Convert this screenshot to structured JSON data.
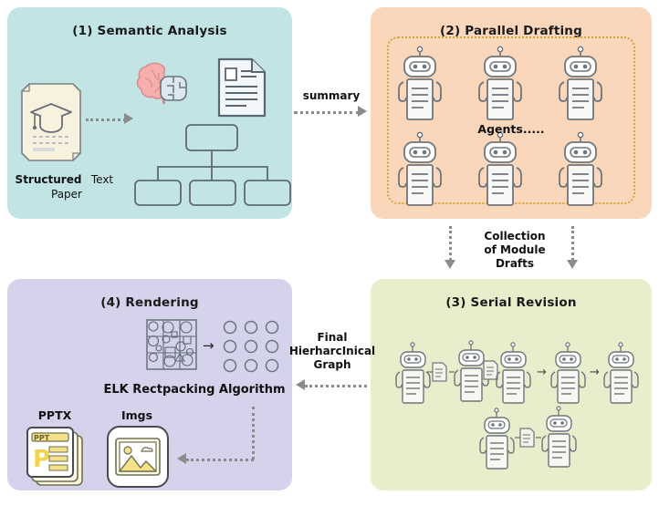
{
  "figure": {
    "type": "pipeline-diagram",
    "panel_count": 4
  },
  "panels": [
    {
      "id": "semantic-analysis",
      "title": "(1) Semantic Analysis",
      "color": "#c3e4e4",
      "labels": {
        "input_line1": "Structured",
        "input_line2": "Text",
        "input_line3": "Paper"
      },
      "icons": [
        "graduation-paper-icon",
        "brain-icon",
        "ai-brain-icon",
        "document-icon",
        "tree-graph-icon"
      ]
    },
    {
      "id": "parallel-drafting",
      "title": "(2) Parallel Drafting",
      "color": "#fad7bb",
      "border_color": "#d8a23c",
      "labels": {
        "agents": "Agents....."
      },
      "agent_count": 6,
      "icons": [
        "robot-icon"
      ]
    },
    {
      "id": "serial-revision",
      "title": "(3) Serial Revision",
      "color": "#e8edcc",
      "icons": [
        "robot-icon",
        "document-icon",
        "arrow-right-icon"
      ]
    },
    {
      "id": "rendering",
      "title": "(4) Rendering",
      "color": "#d5d2ec",
      "labels": {
        "algorithm": "ELK Rectpacking Algorithm",
        "pptx": "PPTX",
        "imgs": "Imgs"
      },
      "icons": [
        "rectpacking-icon",
        "arrow-right-icon",
        "grid-circles-icon",
        "pptx-icon",
        "image-icon"
      ]
    }
  ],
  "connectors": [
    {
      "id": "summary",
      "label": "summary",
      "from": "semantic-analysis",
      "to": "parallel-drafting",
      "direction": "right"
    },
    {
      "id": "collection",
      "label_line1": "Collection",
      "label_line2": "of Module",
      "label_line3": "Drafts",
      "from": "parallel-drafting",
      "to": "serial-revision",
      "direction": "down"
    },
    {
      "id": "final-graph",
      "label_line1": "Final",
      "label_line2": "HierharcInical",
      "label_line3": "Graph",
      "from": "serial-revision",
      "to": "rendering",
      "direction": "left"
    }
  ],
  "colors": {
    "teal": "#c3e4e4",
    "orange": "#fad7bb",
    "green": "#e8edcc",
    "purple": "#d5d2ec",
    "dash_border": "#d8a23c",
    "arrow_gray": "#8b8b8b",
    "ink": "#5b6268",
    "paper_cream": "#f7f2de",
    "brain_pink": "#f6aeae",
    "yellow": "#f6e18a"
  }
}
